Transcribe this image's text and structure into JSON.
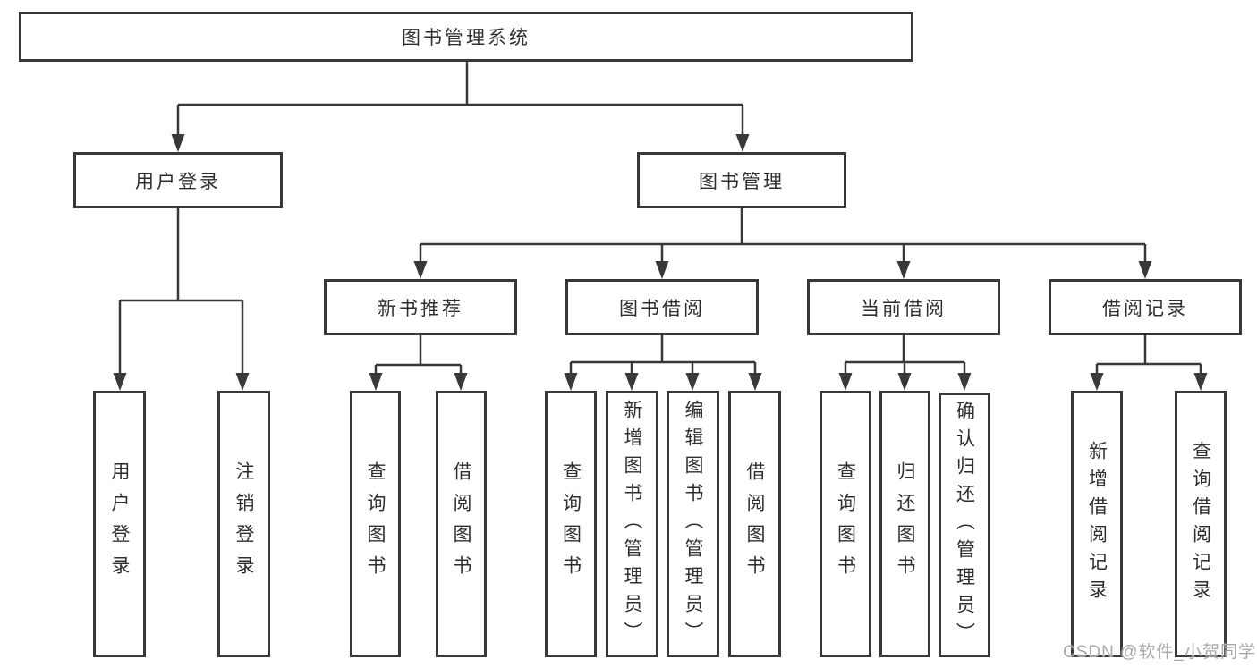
{
  "diagram": {
    "root": "图书管理系统",
    "level2": [
      "用户登录",
      "图书管理"
    ],
    "level3": [
      "新书推荐",
      "图书借阅",
      "当前借阅",
      "借阅记录"
    ],
    "leaves": {
      "user_login": [
        "用户登录",
        "注销登录"
      ],
      "new_book_recommend": [
        "查询图书",
        "借阅图书"
      ],
      "book_borrow": [
        "查询图书",
        "新增图书（管理员）",
        "编辑图书（管理员）",
        "借阅图书"
      ],
      "current_borrow": [
        "查询图书",
        "归还图书",
        "确认归还（管理员）"
      ],
      "borrow_records": [
        "新增借阅记录",
        "查询借阅记录"
      ]
    }
  },
  "watermark": "CSDN @软件_小贺同学",
  "colors": {
    "line": "#383838",
    "box_border": "#383838",
    "text": "#2e2e2e",
    "background": "#ffffff",
    "watermark": "#a6a9ab"
  }
}
